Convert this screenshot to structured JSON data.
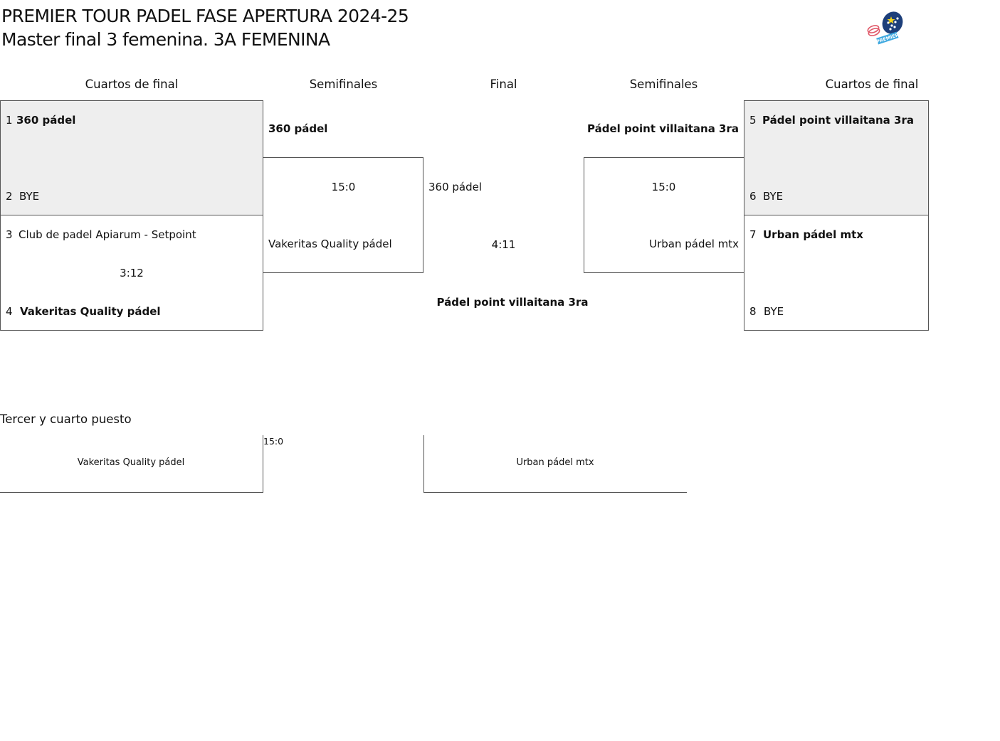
{
  "header": {
    "title_line1": "PREMIER TOUR PADEL FASE APERTURA 2024-25",
    "title_line2": "Master final 3 femenina. 3A FEMENINA",
    "logo_text": "PREMIER"
  },
  "rounds": {
    "left_quarterfinals": "Cuartos de final",
    "left_semifinals": "Semifinales",
    "final": "Final",
    "right_semifinals": "Semifinales",
    "right_quarterfinals": "Cuartos de final"
  },
  "left_quarterfinals": {
    "match1": {
      "seed_a": "1",
      "team_a": "360 pádel",
      "seed_b": "2",
      "team_b": "BYE"
    },
    "match2": {
      "seed_a": "3",
      "team_a": "Club de padel Apiarum - Setpoint",
      "score": "3:12",
      "seed_b": "4",
      "team_b": "Vakeritas Quality pádel"
    }
  },
  "left_semifinal": {
    "team_a": "360 pádel",
    "score": "15:0",
    "team_b": "Vakeritas Quality pádel"
  },
  "final": {
    "team_a": "360 pádel",
    "score": "4:11",
    "winner": "Pádel point villaitana 3ra"
  },
  "right_semifinal": {
    "team_a": "Pádel point villaitana 3ra",
    "score": "15:0",
    "team_b": "Urban pádel mtx"
  },
  "right_quarterfinals": {
    "match1": {
      "seed_a": "5",
      "team_a": "Pádel point villaitana 3ra",
      "seed_b": "6",
      "team_b": "BYE"
    },
    "match2": {
      "seed_a": "7",
      "team_a": "Urban pádel mtx",
      "seed_b": "8",
      "team_b": "BYE"
    }
  },
  "third_place": {
    "title": "Tercer y cuarto puesto",
    "team_a": "Vakeritas Quality pádel",
    "score": "15:0",
    "team_b": "Urban pádel mtx"
  }
}
